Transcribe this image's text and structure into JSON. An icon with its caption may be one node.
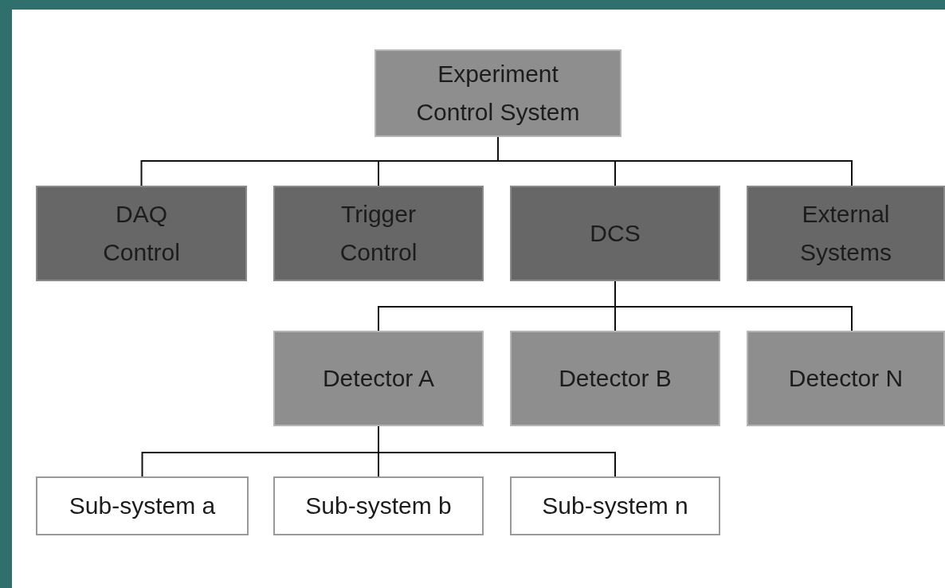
{
  "diagram": {
    "nodes": [
      {
        "text": [
          "Experiment Control System"
        ]
      },
      {
        "text": [
          "DAQ Control"
        ]
      },
      {
        "text": [
          "Trigger Control"
        ]
      },
      {
        "text": [
          "DCS"
        ]
      },
      {
        "text": [
          "External Systems"
        ]
      },
      {
        "text": [
          "Detector A"
        ]
      },
      {
        "text": [
          "Detector B"
        ]
      },
      {
        "text": [
          "Detector N"
        ]
      },
      {
        "text": [
          "Sub-system a"
        ]
      },
      {
        "text": [
          "Sub-system b"
        ]
      },
      {
        "text": [
          "Sub-system n"
        ]
      }
    ],
    "edges": [
      {
        "from": 0,
        "to": 1,
        "arrow": "none"
      },
      {
        "from": 0,
        "to": 2,
        "arrow": "none"
      },
      {
        "from": 0,
        "to": 3,
        "arrow": "none"
      },
      {
        "from": 0,
        "to": 4,
        "arrow": "none"
      },
      {
        "from": 3,
        "to": 5,
        "arrow": "none"
      },
      {
        "from": 3,
        "to": 6,
        "arrow": "none"
      },
      {
        "from": 3,
        "to": 7,
        "arrow": "none"
      },
      {
        "from": 5,
        "to": 8,
        "arrow": "none"
      },
      {
        "from": 5,
        "to": 9,
        "arrow": "none"
      },
      {
        "from": 5,
        "to": 10,
        "arrow": "none"
      }
    ]
  }
}
